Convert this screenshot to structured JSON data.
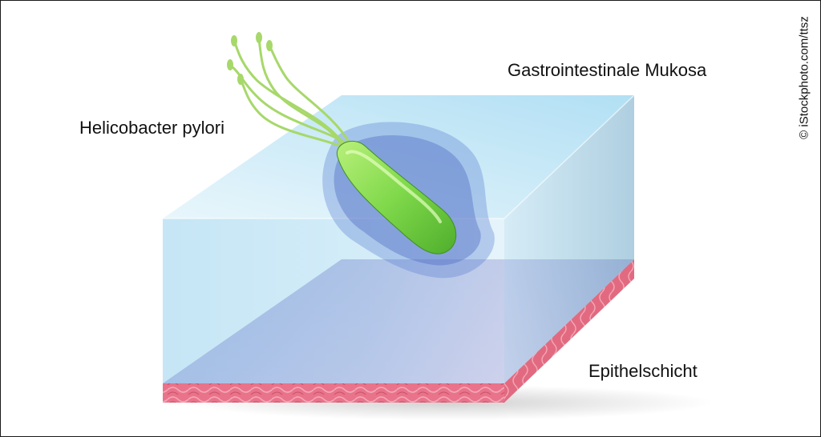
{
  "labels": {
    "mukosa": "Gastrointestinale Mukosa",
    "bacterium": "Helicobacter pylori",
    "epithel": "Epithelschicht"
  },
  "credit": "© iStockphoto.com/ttsz",
  "colors": {
    "mucosa_blue": "#8fd0ee",
    "epithelium_pink": "#e8a0b8",
    "epithelium_red": "#e06070",
    "bacterium_green": "#7fd84a"
  }
}
